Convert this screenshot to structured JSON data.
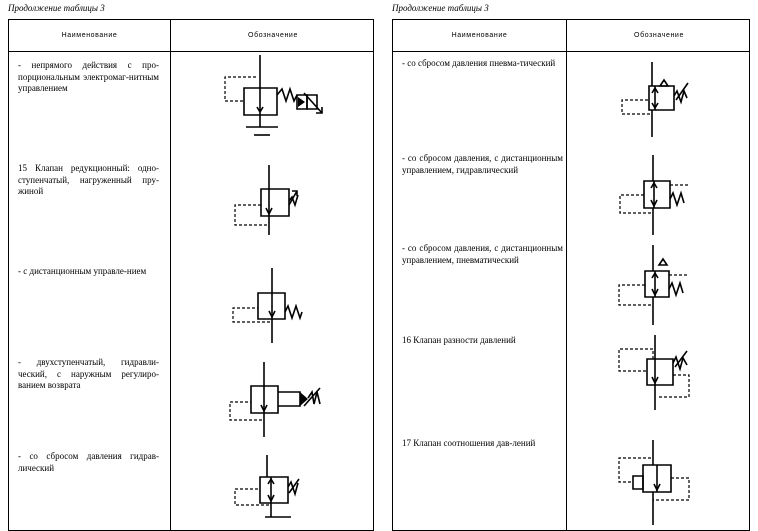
{
  "left_table": {
    "caption": "Продолжение таблицы 3",
    "header": {
      "name": "Наименование",
      "symbol": "Обозначение"
    },
    "rows": [
      {
        "text": "- непрямого действия с про-порциональным электромаг-нитным управлением",
        "symbol_icon": "proportional-electromagnetic-valve-icon"
      },
      {
        "text": "15 Клапан редукционный: одно-ступенчатый, нагруженный пру-жиной",
        "symbol_icon": "pressure-reducing-valve-spring-icon"
      },
      {
        "text": "- с дистанционным управле-нием",
        "symbol_icon": "remote-control-reducing-valve-icon"
      },
      {
        "text": "- двухступенчатый, гидравли-ческий, с наружным регулиро-ванием возврата",
        "symbol_icon": "two-stage-hydraulic-valve-icon"
      },
      {
        "text": "- со сбросом давления гидрав-лический",
        "symbol_icon": "hydraulic-relief-reducing-valve-icon"
      }
    ]
  },
  "right_table": {
    "caption": "Продолжение таблицы 3",
    "header": {
      "name": "Наименование",
      "symbol": "Обозначение"
    },
    "rows": [
      {
        "text": "- со сбросом давления пневма-тический",
        "symbol_icon": "pneumatic-relief-valve-icon"
      },
      {
        "text": "- со сбросом давления, с дистанционным управлением, гидравлический",
        "symbol_icon": "hydraulic-remote-relief-valve-icon"
      },
      {
        "text": "- со сбросом давления, с дистанционным управлением, пневматический",
        "symbol_icon": "pneumatic-remote-relief-valve-icon"
      },
      {
        "text": "16 Клапан разности давлений",
        "symbol_icon": "differential-pressure-valve-icon"
      },
      {
        "text": "17 Клапан соотношения дав-лений",
        "symbol_icon": "pressure-ratio-valve-icon"
      }
    ]
  }
}
